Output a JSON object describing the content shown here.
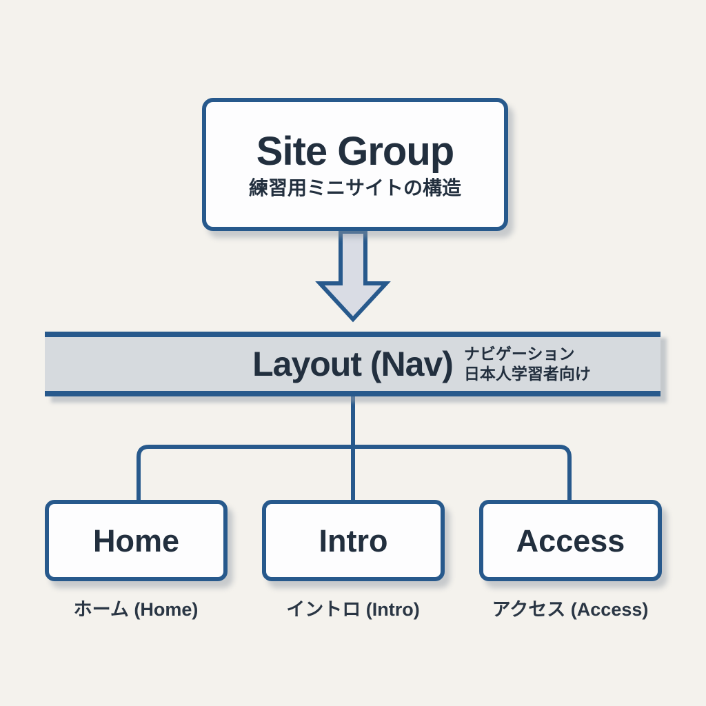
{
  "colors": {
    "background": "#f4f2ed",
    "accent_blue": "#27598c",
    "text_navy": "#222f3e",
    "bar_fill": "#d6dade",
    "arrow_fill": "#d9dce4",
    "node_fill": "#fdfdfe"
  },
  "root_node": {
    "title": "Site Group",
    "subtitle": "練習用ミニサイトの構造"
  },
  "nav_bar": {
    "title": "Layout (Nav)",
    "note_line1": "ナビゲーション",
    "note_line2": "日本人学習者向け"
  },
  "child_nodes": [
    {
      "title": "Home",
      "caption": "ホーム (Home)"
    },
    {
      "title": "Intro",
      "caption": "イントロ (Intro)"
    },
    {
      "title": "Access",
      "caption": "アクセス (Access)"
    }
  ]
}
